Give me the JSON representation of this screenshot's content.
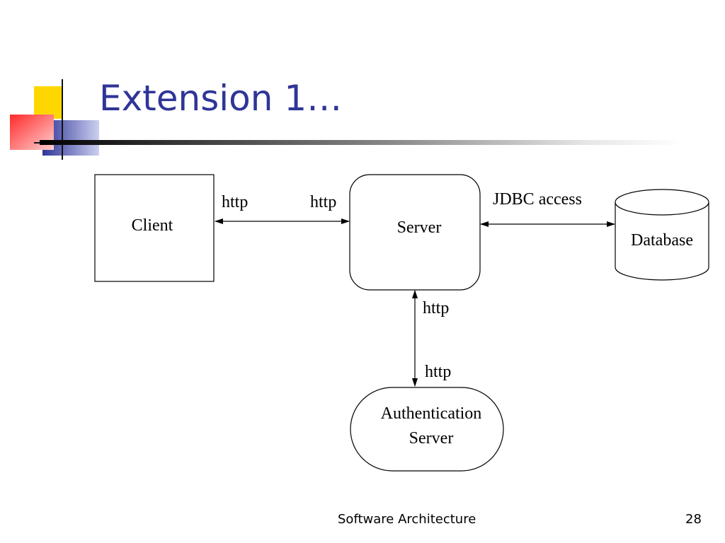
{
  "slide": {
    "title": "Extension 1…",
    "footer": "Software Architecture",
    "page_number": "28"
  },
  "diagram": {
    "nodes": {
      "client": "Client",
      "server": "Server",
      "database": "Database",
      "auth_line1": "Authentication",
      "auth_line2": "Server"
    },
    "edges": {
      "client_side_label": "http",
      "server_side_label": "http",
      "jdbc_label": "JDBC access",
      "server_down_label": "http",
      "auth_up_label": "http"
    }
  },
  "colors": {
    "title": "#2f3597",
    "accent_yellow": "#ffd700",
    "accent_red": "#ff4040",
    "accent_blue": "#2f3597"
  }
}
